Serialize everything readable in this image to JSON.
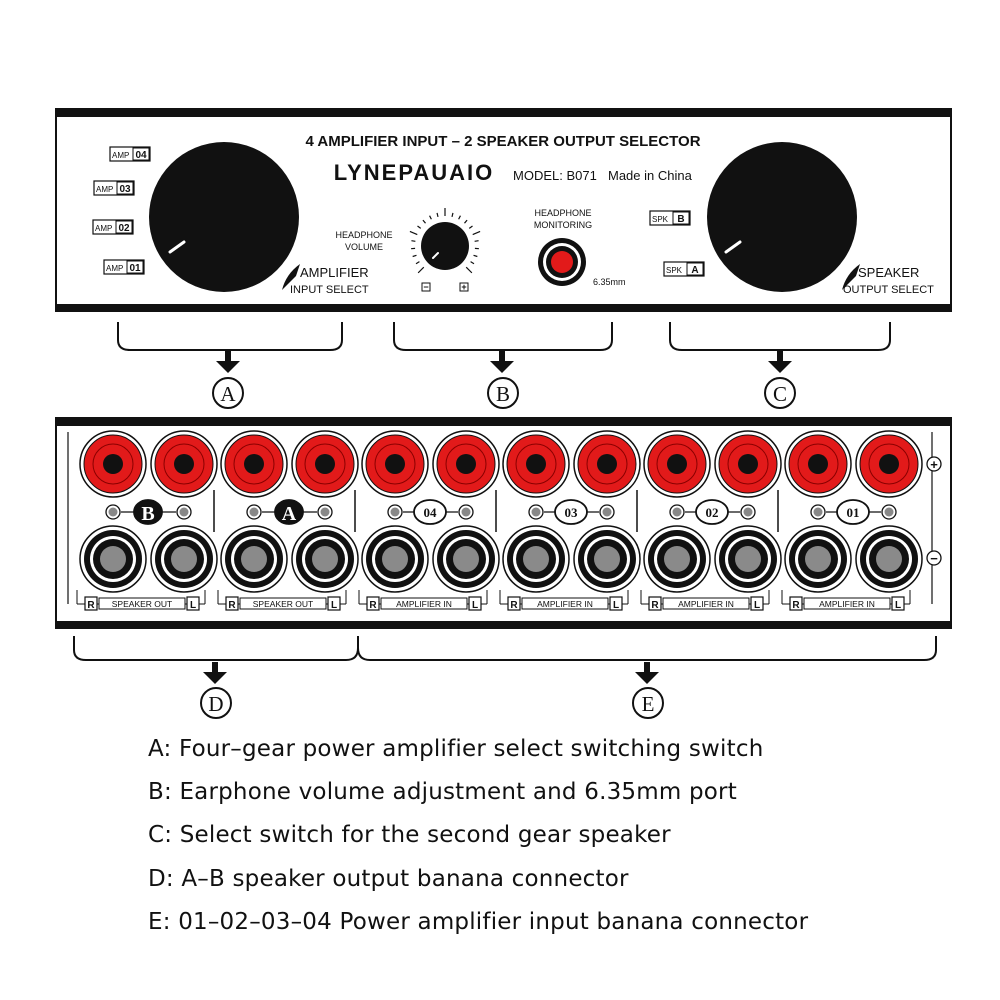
{
  "front_panel": {
    "title": "4 AMPLIFIER INPUT – 2 SPEAKER OUTPUT SELECTOR",
    "brand": "LYNEPAUAIO",
    "model_label": "MODEL: B071",
    "made_in": "Made in China",
    "amp_positions": [
      {
        "tag": "AMP",
        "num": "04"
      },
      {
        "tag": "AMP",
        "num": "03"
      },
      {
        "tag": "AMP",
        "num": "02"
      },
      {
        "tag": "AMP",
        "num": "01"
      }
    ],
    "amp_knob_label_1": "AMPLIFIER",
    "amp_knob_label_2": "INPUT SELECT",
    "volume_label_1": "HEADPHONE",
    "volume_label_2": "VOLUME",
    "volume_min": "−",
    "volume_max": "+",
    "monitor_label_1": "HEADPHONE",
    "monitor_label_2": "MONITORING",
    "jack_size": "6.35mm",
    "spk_positions": [
      {
        "tag": "SPK",
        "letter": "B"
      },
      {
        "tag": "SPK",
        "letter": "A"
      }
    ],
    "spk_knob_label_1": "SPEAKER",
    "spk_knob_label_2": "OUTPUT SELECT"
  },
  "rear_panel": {
    "groups": [
      {
        "badge": "B",
        "channel_r": "R",
        "name": "SPEAKER OUT",
        "channel_l": "L"
      },
      {
        "badge": "A",
        "channel_r": "R",
        "name": "SPEAKER OUT",
        "channel_l": "L"
      },
      {
        "badge": "04",
        "channel_r": "R",
        "name": "AMPLIFIER IN",
        "channel_l": "L"
      },
      {
        "badge": "03",
        "channel_r": "R",
        "name": "AMPLIFIER IN",
        "channel_l": "L"
      },
      {
        "badge": "02",
        "channel_r": "R",
        "name": "AMPLIFIER IN",
        "channel_l": "L"
      },
      {
        "badge": "01",
        "channel_r": "R",
        "name": "AMPLIFIER IN",
        "channel_l": "L"
      }
    ],
    "plus": "+",
    "minus": "−"
  },
  "callouts": {
    "front": [
      "A",
      "B",
      "C"
    ],
    "rear": [
      "D",
      "E"
    ]
  },
  "descriptions": [
    "A: Four–gear power amplifier select switching switch",
    "B: Earphone volume adjustment and 6.35mm port",
    "C: Select switch for the second gear speaker",
    "D: A–B speaker output banana connector",
    "E: 01–02–03–04 Power amplifier input banana connector"
  ]
}
